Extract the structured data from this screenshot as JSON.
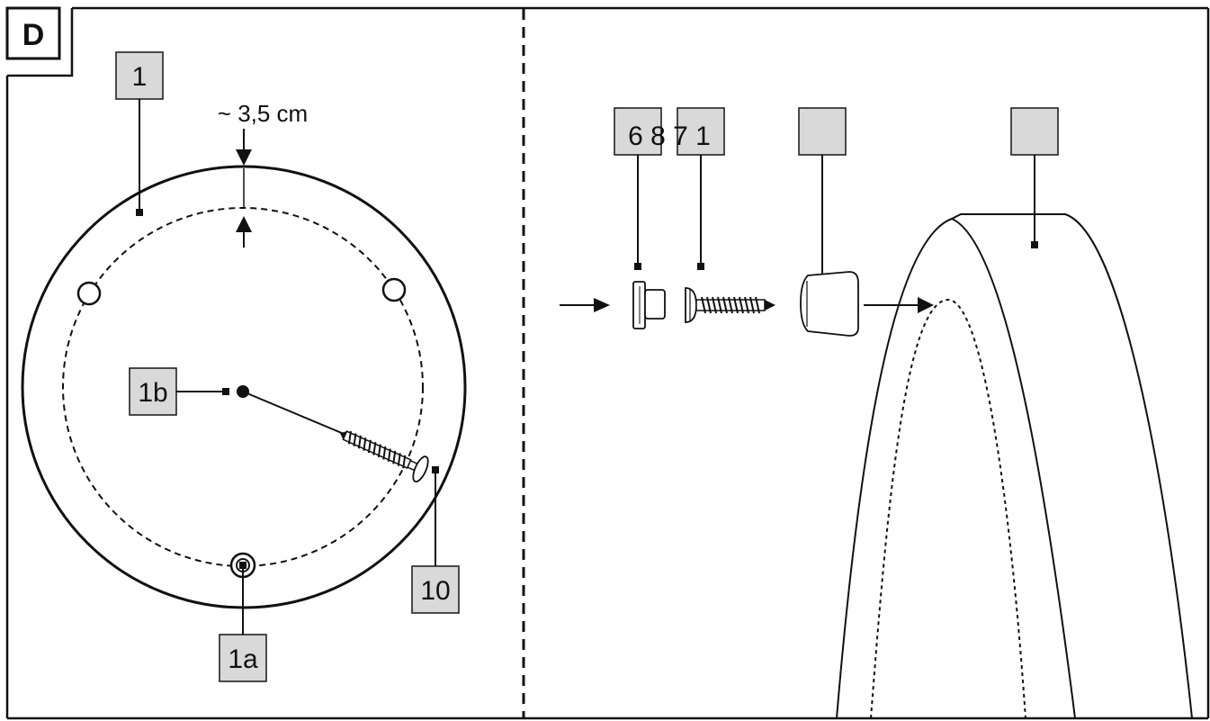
{
  "panel": {
    "letter": "D"
  },
  "left": {
    "dimension": "~ 3,5 cm",
    "labels": {
      "l1": "1",
      "l1b": "1b",
      "l1a": "1a",
      "l10": "10"
    }
  },
  "right": {
    "labels": {
      "screw_labels": "6 8 7 1",
      "blank_a": "",
      "blank_b": ""
    }
  }
}
